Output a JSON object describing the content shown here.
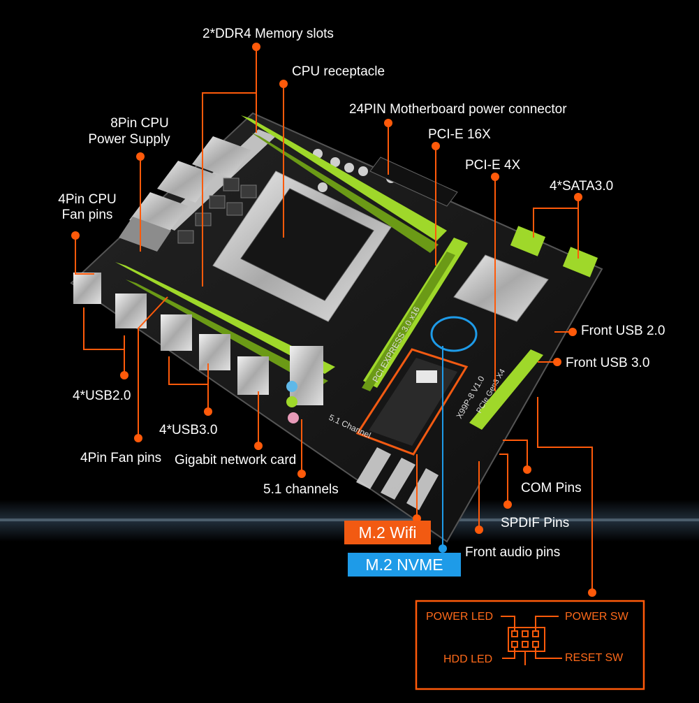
{
  "colors": {
    "background": "#000000",
    "callout": "#ff5a0a",
    "pcb": "#1a1a1a",
    "slot_green": "#9fd82a",
    "nvme_blue": "#1e9be8",
    "wifi_orange": "#f25a12"
  },
  "labels": {
    "ddr4": "2*DDR4 Memory slots",
    "cpu_socket": "CPU receptacle",
    "atx24": "24PIN Motherboard power connector",
    "cpu8pin_line1": "8Pin CPU",
    "cpu8pin_line2": "Power Supply",
    "pcie16": "PCI-E 16X",
    "pcie4": "PCI-E 4X",
    "sata": "4*SATA3.0",
    "cpufan_line1": "4Pin CPU",
    "cpufan_line2": "Fan pins",
    "front_usb2": "Front USB 2.0",
    "front_usb3": "Front USB 3.0",
    "usb2": "4*USB2.0",
    "usb3": "4*USB3.0",
    "fan4pin": "4Pin Fan pins",
    "lan": "Gigabit network card",
    "audio51": "5.1 channels",
    "com": "COM Pins",
    "spdif": "SPDIF Pins",
    "front_audio": "Front audio pins",
    "m2wifi": "M.2 Wifi",
    "m2nvme": "M.2 NVME"
  },
  "panel": {
    "power_led": "POWER LED",
    "power_sw": "POWER SW",
    "hdd_led": "HDD  LED",
    "reset_sw": "RESET SW"
  },
  "board_text": {
    "pcie_silk": "PCI EXPRESS 3.0 x16",
    "model": "X99P-8 V1.0",
    "gen": "PCIe Gen3 X4",
    "channel": "5.1 Channel"
  }
}
